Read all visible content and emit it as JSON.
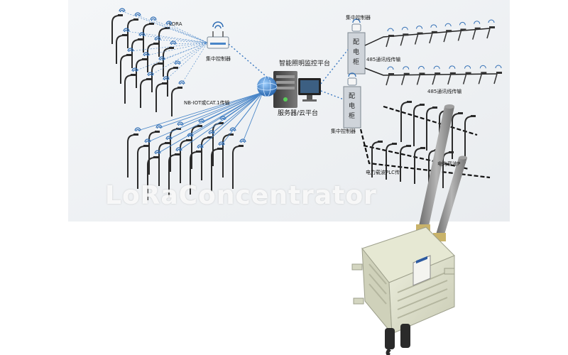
{
  "labels": {
    "lora": "LORA",
    "concentrator_top": "集中控制器",
    "nbiot": "NB-IOT或CAT.1传输",
    "platform_title": "智能照明监控平台",
    "server": "服务器/云平台",
    "concentrator_right_top": "集中控制器",
    "comm_485_a": "485通讯线传输",
    "comm_485_b": "485通讯线传输",
    "concentrator_right_bottom": "集中控制器",
    "power_carrier_a": "电力载波P",
    "power_carrier_b": "电力载波PLC传"
  },
  "cabinet_chars": [
    "配",
    "电",
    "柜"
  ],
  "watermark": "LoRaConcentrator",
  "colors": {
    "link_blue": "#4a86c8",
    "dash_blue": "#3a78c0",
    "pole_dark": "#2b2b2b",
    "device_body": "#d9dcc6",
    "antenna": "#8e8e8e",
    "signal": "#2f6db4"
  }
}
